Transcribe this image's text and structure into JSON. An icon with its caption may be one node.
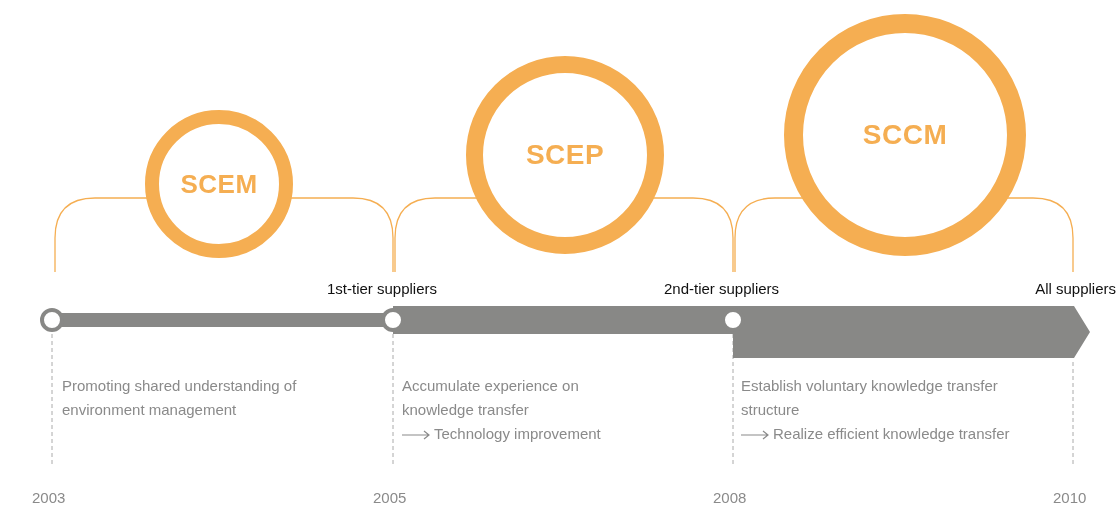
{
  "diagram": {
    "nodes": [
      {
        "text": [
          "SCEM"
        ]
      },
      {
        "text": [
          "SCEP"
        ]
      },
      {
        "text": [
          "SCCM"
        ]
      }
    ],
    "labels": [
      "1st-tier suppliers",
      "2nd-tier suppliers",
      "All suppliers",
      "Promoting shared understanding of environment management",
      "Accumulate experience on knowledge transfer",
      "Technology improvement",
      "Establish voluntary knowledge transfer structure",
      "Realize efficient knowledge transfer",
      "2003",
      "2005",
      "2008",
      "2010"
    ]
  }
}
